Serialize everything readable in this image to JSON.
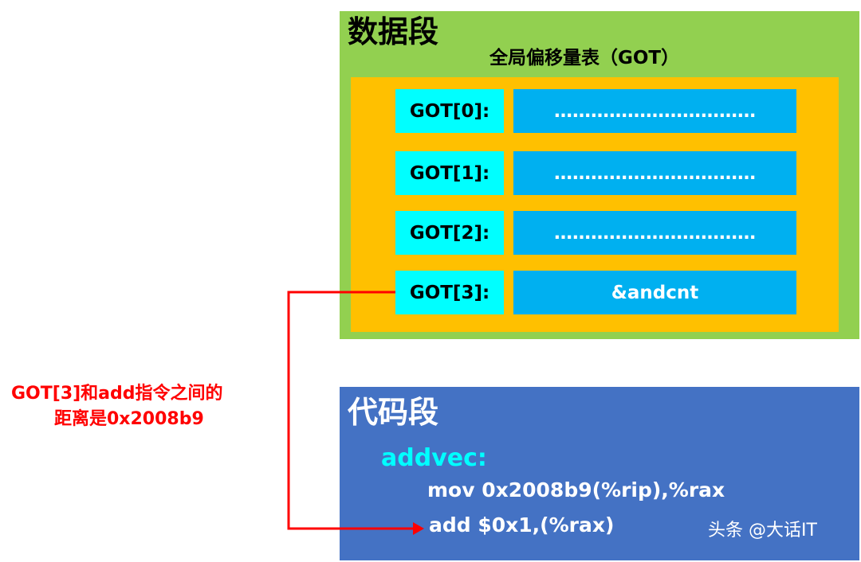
{
  "data_segment": {
    "title": "数据段",
    "got_title": "全局偏移量表（GOT）",
    "entries": [
      {
        "label": "GOT[0]:",
        "value": "……………………………"
      },
      {
        "label": "GOT[1]:",
        "value": "……………………………"
      },
      {
        "label": "GOT[2]:",
        "value": "……………………………"
      },
      {
        "label": "GOT[3]:",
        "value": "&andcnt"
      }
    ]
  },
  "code_segment": {
    "title": "代码段",
    "function": "addvec:",
    "instructions": [
      "mov 0x2008b9(%rip),%rax",
      "add $0x1,(%rax)"
    ]
  },
  "annotation": {
    "line1": "GOT[3]和add指令之间的",
    "line2": "距离是0x2008b9"
  },
  "watermark": "头条 @大话IT",
  "colors": {
    "data_segment_bg": "#92d050",
    "got_area_bg": "#ffc000",
    "got_label_bg": "#00ffff",
    "got_value_bg": "#00b0f0",
    "code_segment_bg": "#4472c4",
    "function_label": "#00ffff",
    "annotation": "#ff0000"
  }
}
